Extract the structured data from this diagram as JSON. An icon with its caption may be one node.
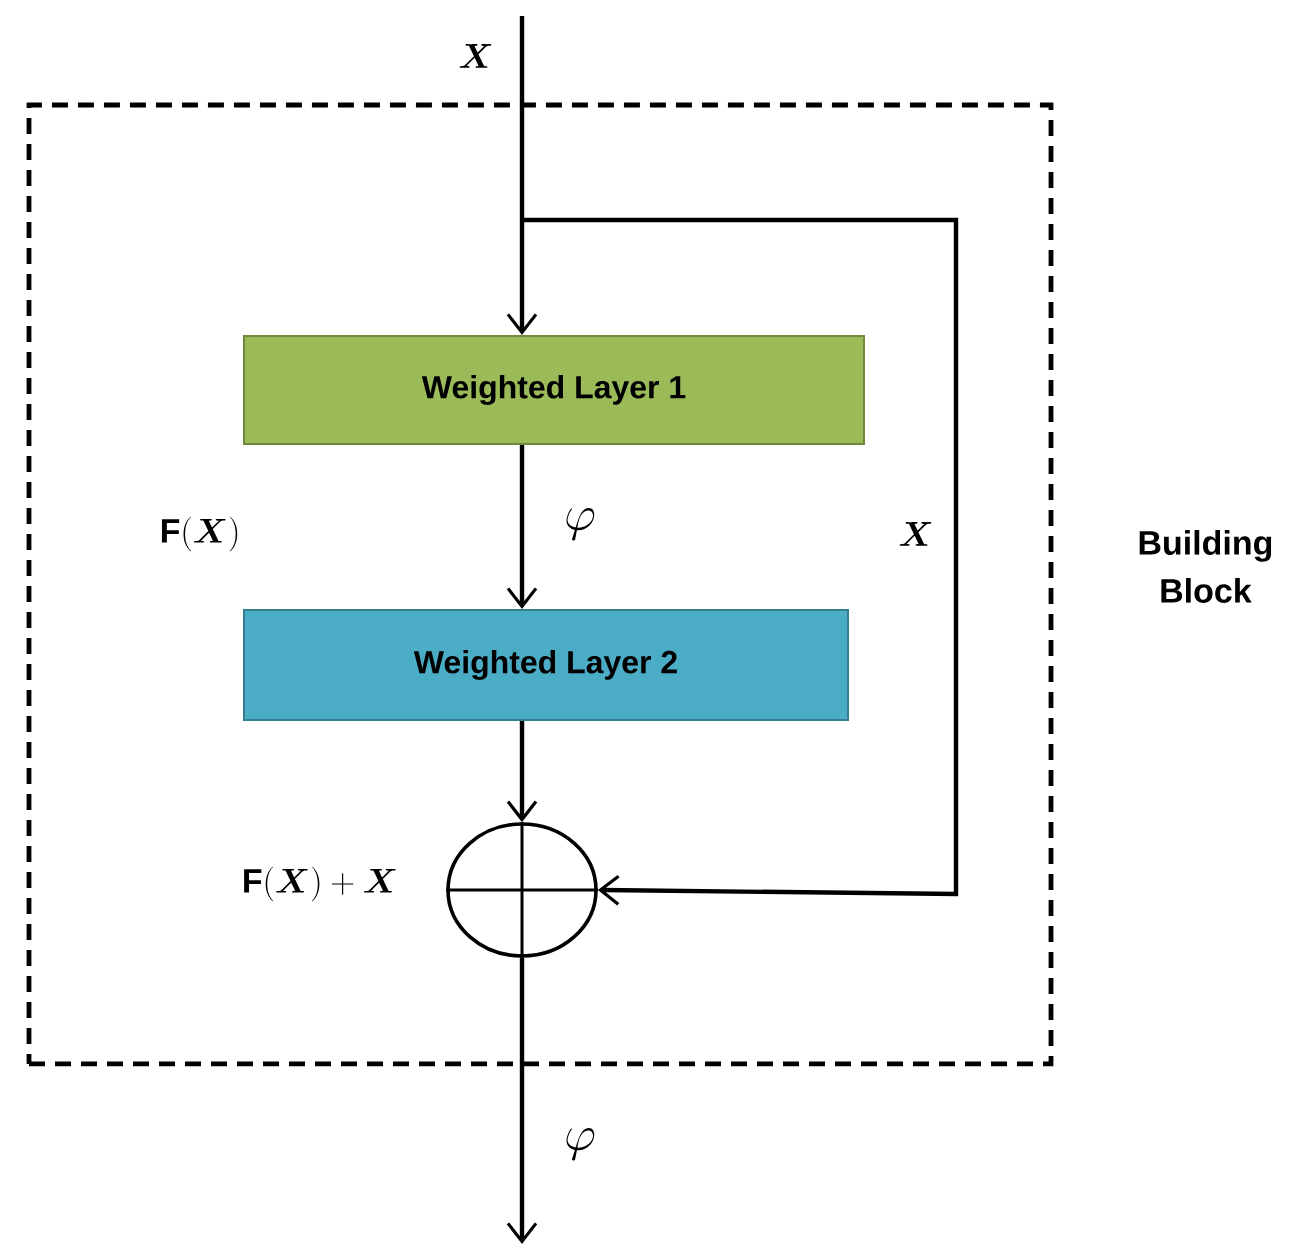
{
  "diagram": {
    "nodes": [
      {
        "text": [
          "Building Block"
        ]
      },
      {
        "text": [
          "Weighted Layer 1"
        ],
        "in": 0
      },
      {
        "text": [
          "Weighted Layer 2"
        ],
        "in": 0
      },
      {
        "text": [],
        "shape": "circle",
        "in": 0
      }
    ],
    "edges": [
      {
        "from": null,
        "to": 1,
        "arrow": "to",
        "label": "\\boldsymbol{X}"
      },
      {
        "from": null,
        "to": 3,
        "arrow": "to",
        "label": "\\boldsymbol{X}"
      },
      {
        "from": 1,
        "to": 2,
        "arrow": "to",
        "label": "\\varphi"
      },
      {
        "from": 2,
        "to": 3,
        "arrow": "to"
      },
      {
        "from": 3,
        "to": null,
        "arrow": "to",
        "label": "\\varphi"
      }
    ],
    "labels": [
      "\\mathbf{F}(\\boldsymbol{X})",
      "\\mathbf{F}(\\boldsymbol{X})+\\boldsymbol{X}"
    ]
  }
}
